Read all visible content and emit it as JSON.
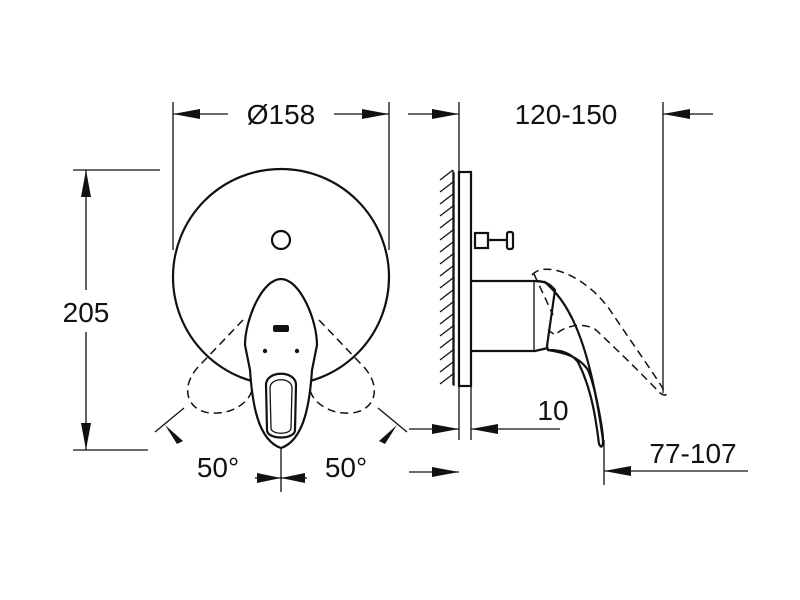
{
  "drawing": {
    "title": "Concealed single-lever mixer trim - dimensional drawing",
    "line_color": "#111111",
    "background": "#ffffff",
    "dimensions": {
      "diameter": "Ø158",
      "height": "205",
      "projection": "120-150",
      "plate_offset": "10",
      "lever_depth": "77-107",
      "angle_left": "50°",
      "angle_right": "50°"
    },
    "views": [
      "front-view",
      "side-view"
    ]
  }
}
